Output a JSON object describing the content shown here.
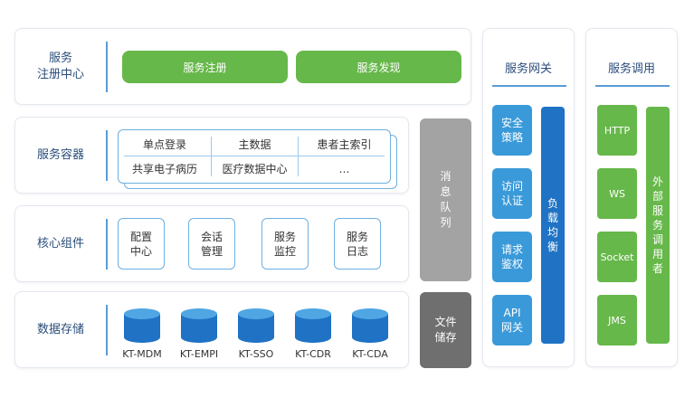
{
  "registry": {
    "label": "服务\n注册中心",
    "buttons": [
      "服务注册",
      "服务发现"
    ]
  },
  "container": {
    "label": "服务容器",
    "cells": [
      "单点登录",
      "主数据",
      "患者主索引",
      "共享电子病历",
      "医疗数据中心",
      "…"
    ]
  },
  "core": {
    "label": "核心组件",
    "items": [
      "配置\n中心",
      "会话\n管理",
      "服务\n监控",
      "服务\n日志"
    ]
  },
  "storage": {
    "label": "数据存储",
    "dbs": [
      "KT-MDM",
      "KT-EMPI",
      "KT-SSO",
      "KT-CDR",
      "KT-CDA"
    ]
  },
  "queue": {
    "label": "消\n息\n队\n列"
  },
  "file": {
    "label": "文件\n储存"
  },
  "gateway": {
    "title": "服务网关",
    "items": [
      "安全\n策略",
      "访问\n认证",
      "请求\n鉴权",
      "API\n网关"
    ],
    "balancer": "负\n载\n均\n衡"
  },
  "invoke": {
    "title": "服务调用",
    "items": [
      "HTTP",
      "WS",
      "Socket",
      "JMS"
    ],
    "external": "外\n部\n服\n务\n调\n用\n者"
  },
  "colors": {
    "green": "#67b84a",
    "blue": "#3a9ad9",
    "dark_blue": "#1f72c4",
    "gray": "#a3a3a3",
    "dark_gray": "#6f6f6f"
  }
}
